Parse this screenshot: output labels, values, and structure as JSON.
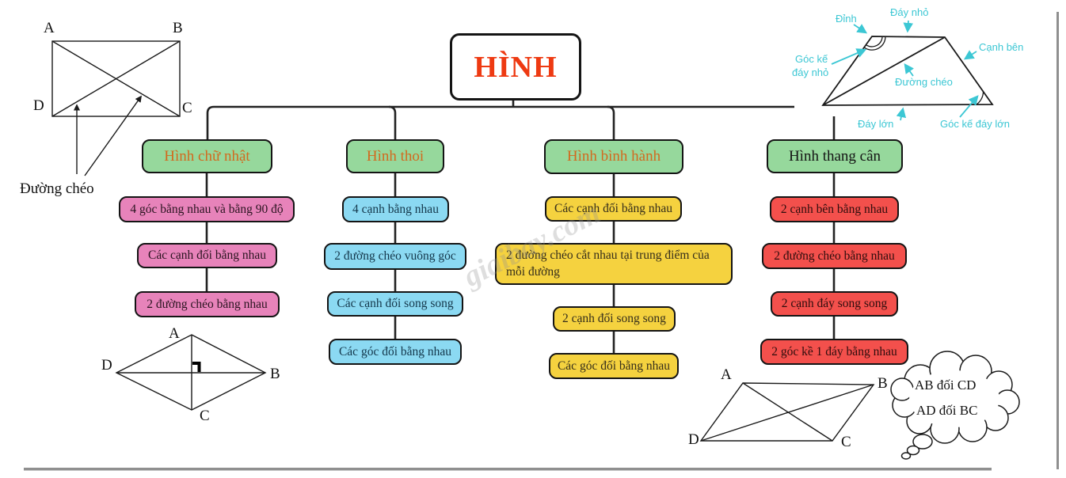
{
  "page": {
    "edge_color": "#8f8f8f"
  },
  "title": {
    "label": "HÌNH",
    "color": "#ee3a12"
  },
  "watermark": {
    "text": "giaibay.com"
  },
  "figures": {
    "rectangle": {
      "vertex_a": "A",
      "vertex_b": "B",
      "vertex_c": "C",
      "vertex_d": "D",
      "caption": "Đường chéo"
    },
    "trapezoid": {
      "label_color": "#3cc7d4",
      "dinh": "Đỉnh",
      "day_nho": "Đáy nhỏ",
      "canh_ben": "Cạnh bên",
      "goc_ke_day_nho_line1": "Góc kế",
      "goc_ke_day_nho_line2": "đáy nhỏ",
      "duong_cheo": "Đường chéo",
      "day_lon": "Đáy lớn",
      "goc_ke_day_lon": "Góc kế đáy lớn"
    },
    "rhombus": {
      "vertex_a": "A",
      "vertex_b": "B",
      "vertex_c": "C",
      "vertex_d": "D"
    },
    "parallelogram": {
      "vertex_a": "A",
      "vertex_b": "B",
      "vertex_c": "C",
      "vertex_d": "D"
    },
    "thought_cloud": {
      "line1": "AB đối CD",
      "line2": "AD đối BC"
    }
  },
  "columns": [
    {
      "id": "hinh-chu-nhat",
      "header": "Hình chữ nhật",
      "header_bg": "#96d89c",
      "header_text_color": "#d2691e",
      "item_bg": "#e783ba",
      "items": [
        "4 góc bằng nhau và bằng 90 độ",
        "Các cạnh đối bằng nhau",
        "2 đường chéo bằng nhau"
      ]
    },
    {
      "id": "hinh-thoi",
      "header": "Hình thoi",
      "header_bg": "#96d89c",
      "header_text_color": "#d2691e",
      "item_bg": "#8bd9f2",
      "items": [
        "4 cạnh bằng nhau",
        "2 đường chéo vuông góc",
        "Các cạnh đối song song",
        "Các góc đối bằng nhau"
      ]
    },
    {
      "id": "hinh-binh-hanh",
      "header": "Hình bình hành",
      "header_bg": "#96d89c",
      "header_text_color": "#d2691e",
      "item_bg": "#f5d23f",
      "items": [
        "Các cạnh đối bằng nhau",
        "2 đường chéo cắt nhau tại trung điểm của mỗi đường",
        "2 cạnh đối song song",
        "Các góc đối bằng nhau"
      ]
    },
    {
      "id": "hinh-thang-can",
      "header": "Hình thang cân",
      "header_bg": "#96d89c",
      "header_text_color": "#141414",
      "item_bg": "#f3504c",
      "items": [
        "2 cạnh bên bằng nhau",
        "2 đường chéo bằng nhau",
        "2 cạnh đáy song song",
        "2 góc kề 1 đáy bằng nhau"
      ]
    }
  ]
}
